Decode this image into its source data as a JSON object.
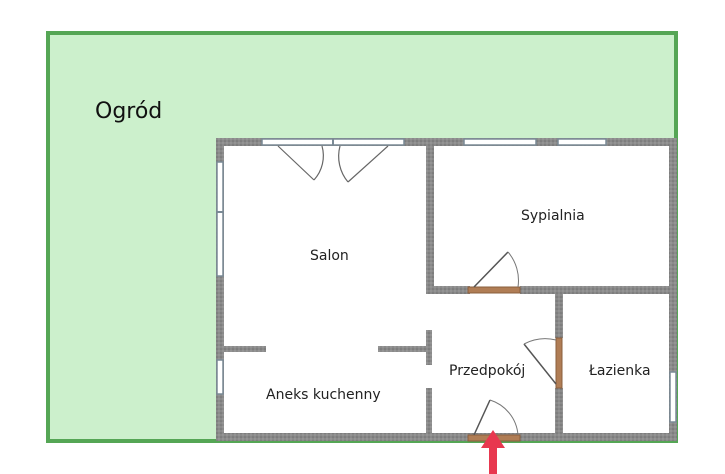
{
  "labels": {
    "garden": "Ogród",
    "salon": "Salon",
    "bedroom": "Sypialnia",
    "kitchenette": "Aneks kuchenny",
    "hallway": "Przedpokój",
    "bathroom": "Łazienka"
  },
  "colors": {
    "garden_fill": "#ccf0cc",
    "garden_border": "#55a655",
    "wall": "#8a8a8a",
    "door_frame": "#b07d55",
    "window": "#7a8a96",
    "entrance_arrow": "#e8384f"
  },
  "icons": {
    "entrance": "arrow-up-icon"
  }
}
